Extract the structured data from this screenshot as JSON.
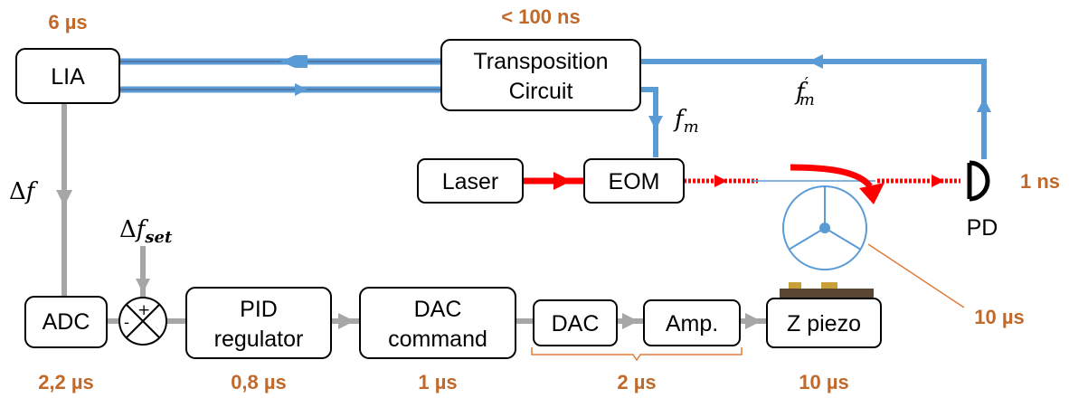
{
  "colors": {
    "blue": "#5b9bd5",
    "blue_dark": "#4f79a8",
    "gray": "#a6a6a6",
    "red": "#ff0000",
    "orange": "#c0692a",
    "piezo_brown": "#5a4632",
    "piezo_gold": "#c8a037"
  },
  "blocks": {
    "lia": "LIA",
    "transposition_line1": "Transposition",
    "transposition_line2": "Circuit",
    "laser": "Laser",
    "eom": "EOM",
    "adc": "ADC",
    "pid_line1": "PID",
    "pid_line2": "regulator",
    "dac_command_line1": "DAC",
    "dac_command_line2": "command",
    "dac": "DAC",
    "amp": "Amp.",
    "z_piezo": "Z piezo",
    "pd": "PD"
  },
  "signals": {
    "delta_f_symbol": "Δ",
    "delta_f_var": "f",
    "delta_f_set_var": "f",
    "delta_f_set_sub": "set",
    "f_m_var": "f",
    "f_m_sub": "m",
    "f_m_prime_var": "f",
    "f_m_prime_sub": "m",
    "f_m_prime_mark": "′",
    "plus": "+",
    "minus": "-"
  },
  "timings": {
    "lia": "6 µs",
    "transposition": "< 100 ns",
    "pd": "1 ns",
    "resonator": "10 µs",
    "adc": "2,2 µs",
    "pid": "0,8 µs",
    "dac_command": "1 µs",
    "dac_amp": "2 µs",
    "z_piezo": "10 µs"
  }
}
